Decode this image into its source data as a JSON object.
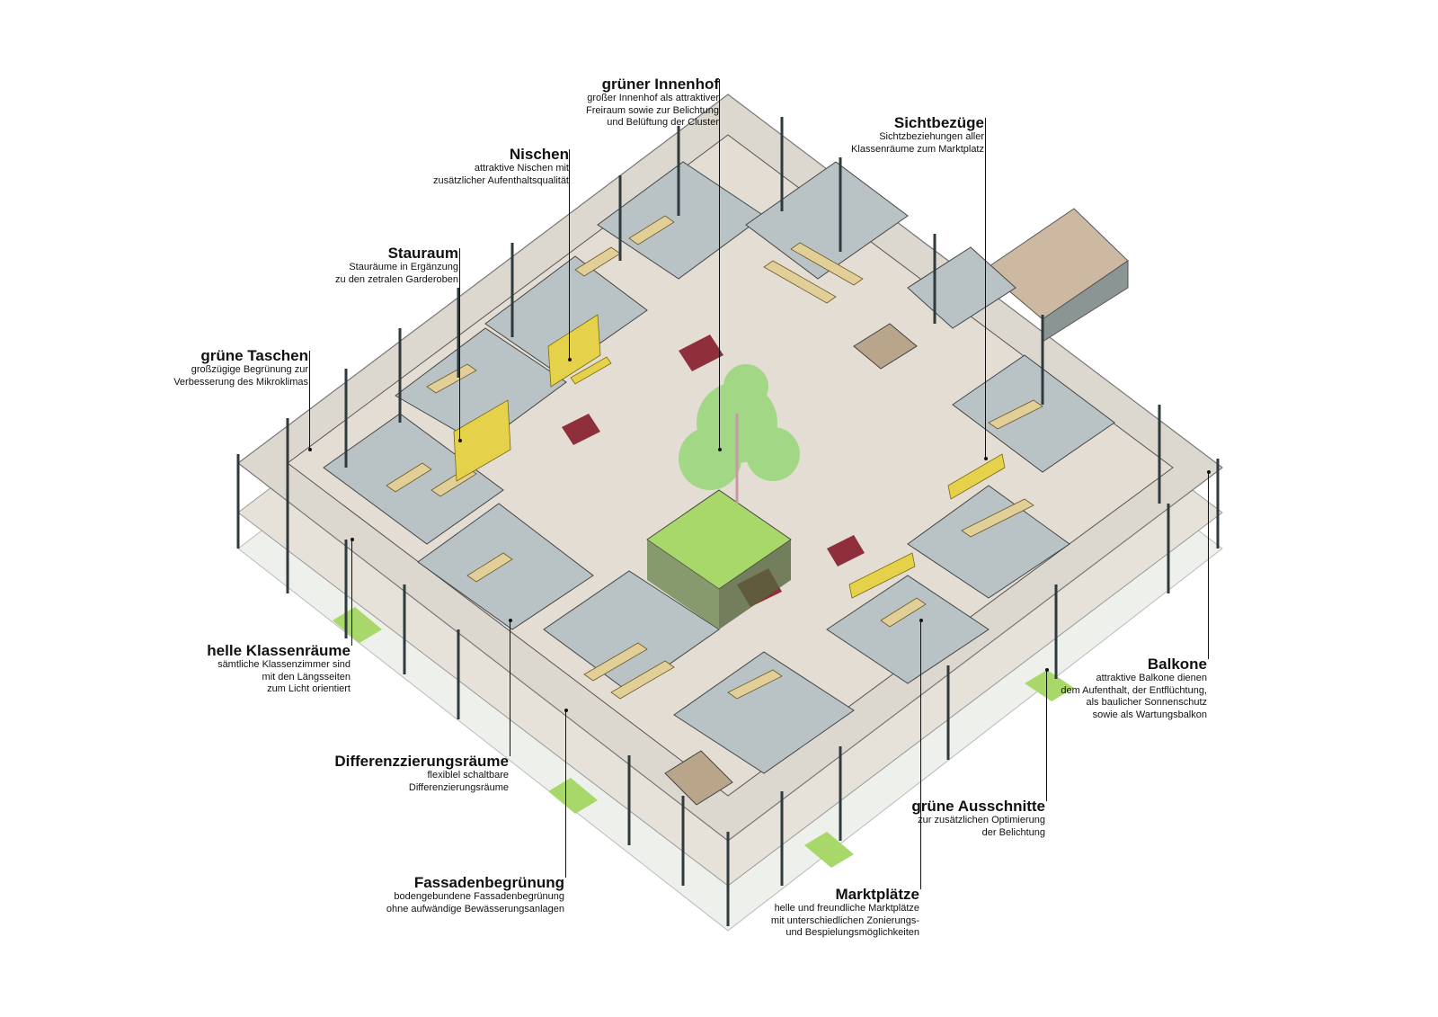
{
  "colors": {
    "floor": "#e4ddd3",
    "slab": "#d8d4cc",
    "wall": "#b9c3c6",
    "glass": "#6d7775",
    "table": "#e2cf98",
    "sofa": "#8e2f3b",
    "storage": "#e5d24a",
    "court": "#a8d86a",
    "tree": "#9bd77e",
    "annex_roof": "#cdb9a2"
  },
  "labels": [
    {
      "id": "innenhof",
      "title": "grüner Innenhof",
      "lines": [
        "großer Innenhof als attraktiver",
        "Freiraum sowie zur Belichtung",
        "und Belüftung der Cluster"
      ]
    },
    {
      "id": "sichtbezuege",
      "title": "Sichtbezüge",
      "lines": [
        "Sichtzbeziehungen aller",
        "Klassenräume zum Marktplatz"
      ]
    },
    {
      "id": "nischen",
      "title": "Nischen",
      "lines": [
        "attraktive Nischen mit",
        "zusätzlicher Aufenthaltsqualität"
      ]
    },
    {
      "id": "stauraum",
      "title": "Stauraum",
      "lines": [
        "Stauräume in Ergänzung",
        "zu den zetralen Garderoben"
      ]
    },
    {
      "id": "taschen",
      "title": "grüne Taschen",
      "lines": [
        "großzügige Begrünung zur",
        "Verbesserung des Mikroklimas"
      ]
    },
    {
      "id": "klassen",
      "title": "helle Klassenräume",
      "lines": [
        "sämtliche Klassenzimmer sind",
        "mit den Längsseiten",
        "zum Licht orientiert"
      ]
    },
    {
      "id": "diff",
      "title": "Differenzzierungsräume",
      "lines": [
        "flexiblel schaltbare",
        "Differenzierungsräume"
      ]
    },
    {
      "id": "fassade",
      "title": "Fassadenbegrünung",
      "lines": [
        "bodengebundene Fassadenbegrünung",
        "ohne aufwändige Bewässerungsanlagen"
      ]
    },
    {
      "id": "markt",
      "title": "Marktplätze",
      "lines": [
        "helle und freundliche Marktplätze",
        "mit unterschiedlichen Zonierungs-",
        "und Bespielungsmöglichkeiten"
      ]
    },
    {
      "id": "ausschnitte",
      "title": "grüne Ausschnitte",
      "lines": [
        "zur zusätzlichen Optimierung",
        "der Belichtung"
      ]
    },
    {
      "id": "balkone",
      "title": "Balkone",
      "lines": [
        "attraktive Balkone dienen",
        "dem Aufenthalt, der Entflüchtung,",
        "als baulicher Sonnenschutz",
        "sowie als Wartungsbalkon"
      ]
    }
  ]
}
